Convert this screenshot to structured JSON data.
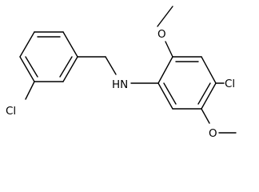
{
  "molecule": {
    "atom_labels": {
      "cl_left": "Cl",
      "nh": "HN",
      "o_top": "O",
      "cl_right": "Cl",
      "o_bottom": "O"
    },
    "colors": {
      "bond": "#000000",
      "label": "#000000",
      "background": "#ffffff"
    }
  }
}
